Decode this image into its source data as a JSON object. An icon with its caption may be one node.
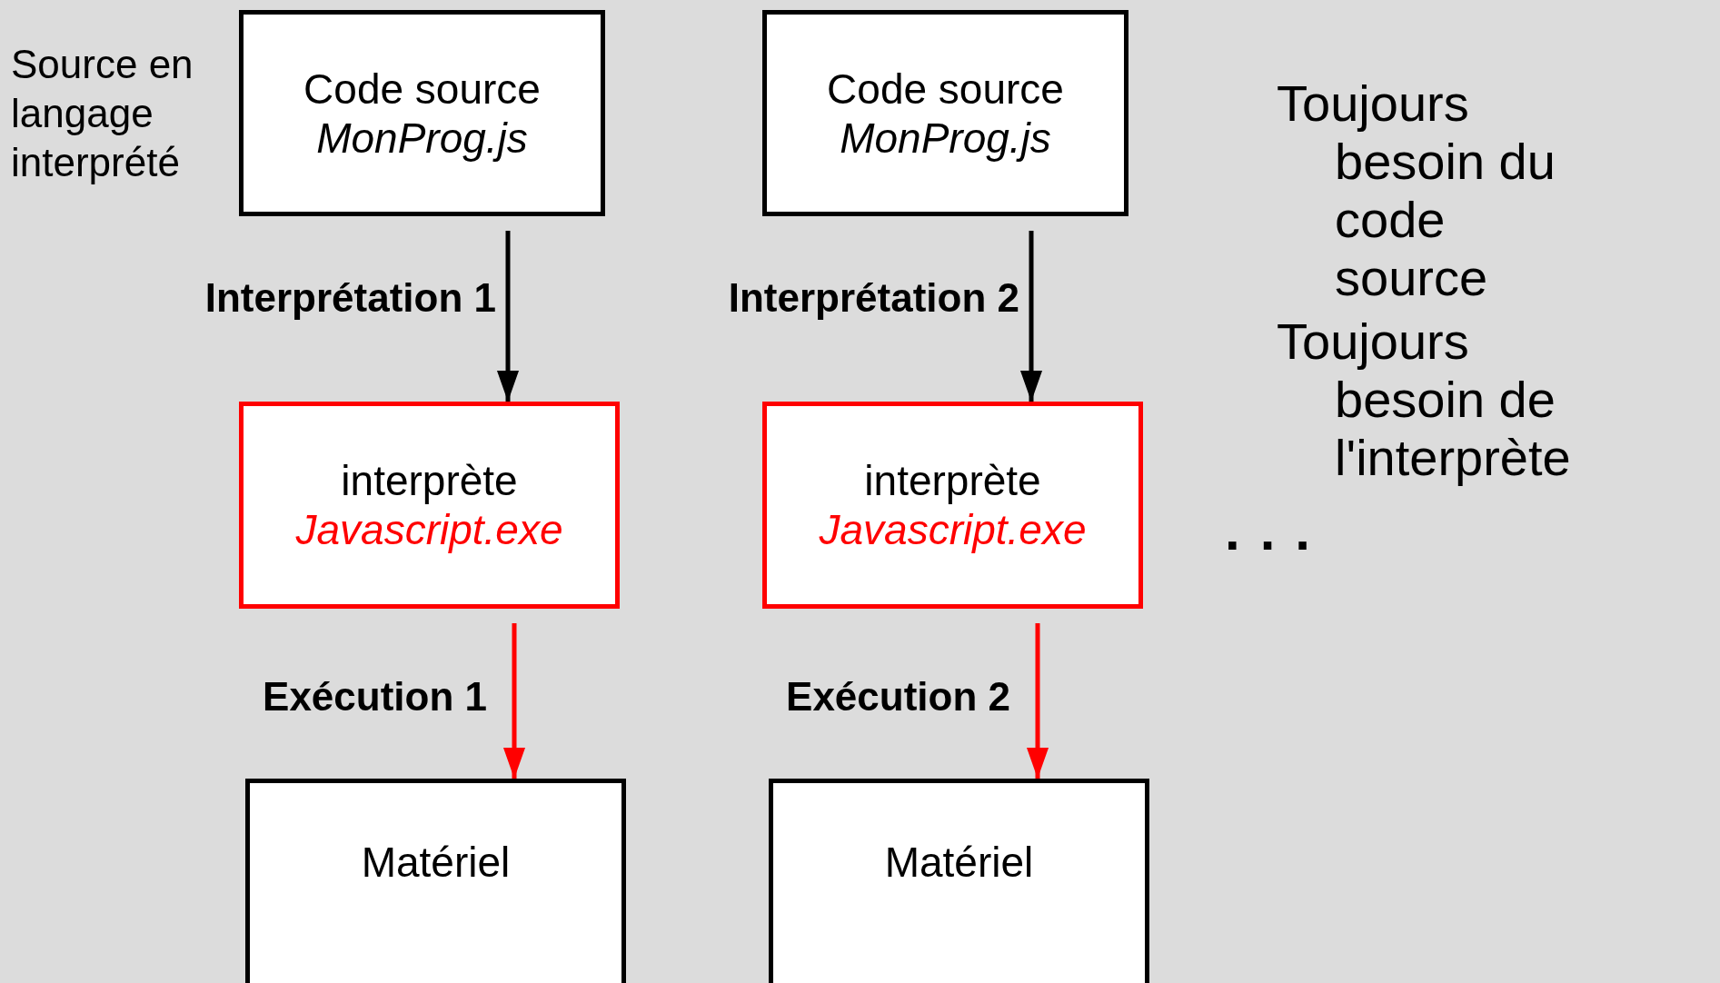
{
  "diagram": {
    "nodes": [
      {
        "text": [
          "Code source",
          "MonProg.js"
        ]
      },
      {
        "text": [
          "Code source",
          "MonProg.js"
        ]
      },
      {
        "text": [
          "interprète",
          "Javascript.exe"
        ]
      },
      {
        "text": [
          "interprète",
          "Javascript.exe"
        ]
      },
      {
        "text": [
          "Matériel"
        ]
      },
      {
        "text": [
          "Matériel"
        ]
      }
    ],
    "edges": [
      {
        "from": 0,
        "to": 2,
        "arrow": "to",
        "label": "Interprétation 1"
      },
      {
        "from": 1,
        "to": 3,
        "arrow": "to",
        "label": "Interprétation 2"
      },
      {
        "from": 2,
        "to": 4,
        "arrow": "to",
        "label": "Exécution 1",
        "color": "#ff0000"
      },
      {
        "from": 3,
        "to": 5,
        "arrow": "to",
        "label": "Exécution 2",
        "color": "#ff0000"
      }
    ],
    "labels": [
      "Source en langage interprété",
      "Toujours besoin du code source",
      "Toujours besoin de l'interprète",
      "..."
    ]
  }
}
